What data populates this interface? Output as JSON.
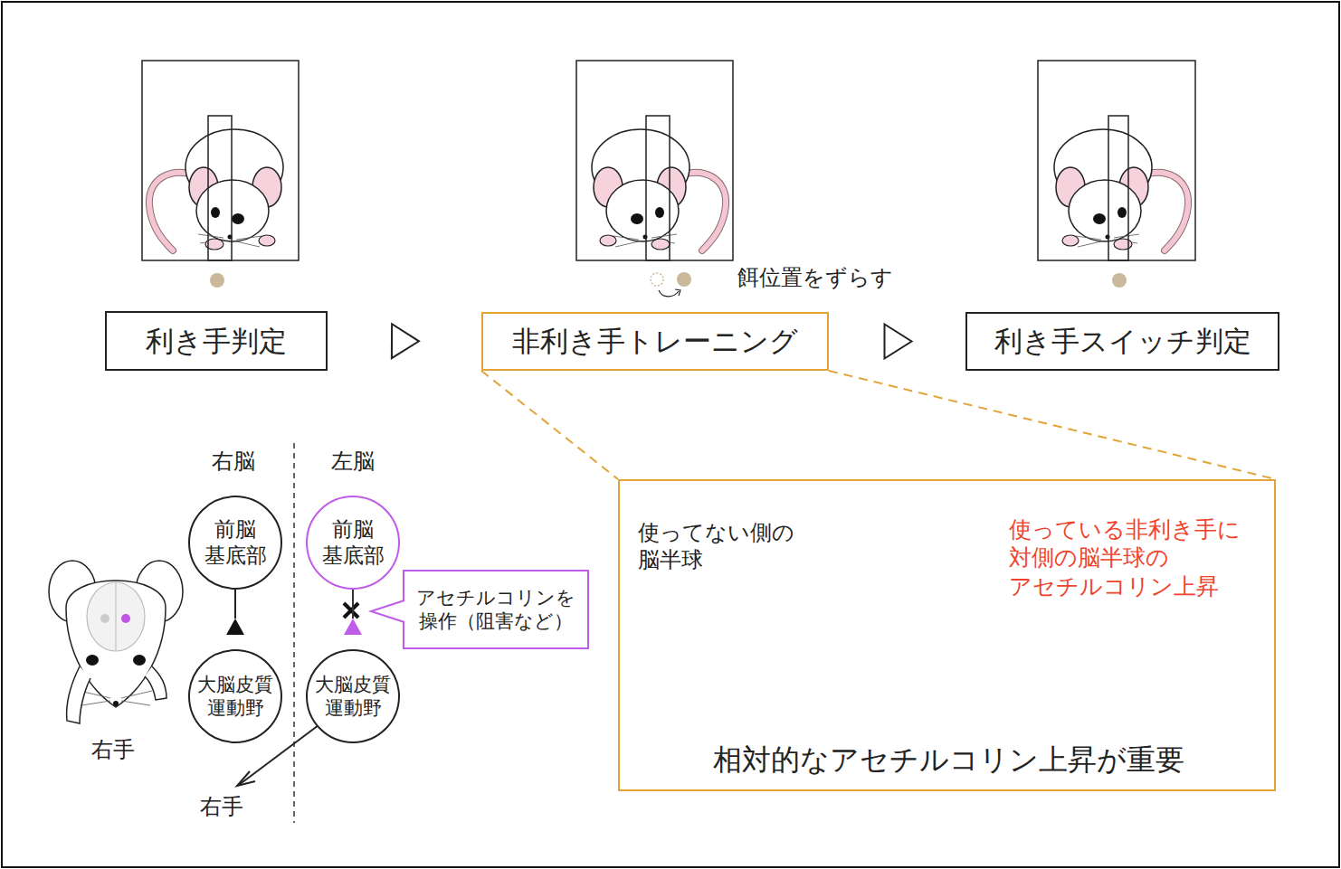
{
  "diagram": {
    "nodes": [
      {
        "text": [
          "利き手判定"
        ]
      },
      {
        "text": [
          "非利き手トレーニング"
        ]
      },
      {
        "text": [
          "利き手スイッチ判定"
        ]
      },
      {
        "text": [
          "前脳 基底部"
        ]
      },
      {
        "text": [
          "前脳 基底部"
        ]
      },
      {
        "text": [
          "アセチルコリンを 操作（阻害など）"
        ]
      },
      {
        "text": [
          "大脳皮質 運動野"
        ]
      },
      {
        "text": [
          "大脳皮質 運動野"
        ]
      },
      {
        "text": [
          "使ってない側の 脳半球",
          "使っている非利き手に 対側の脳半球の アセチルコリン上昇",
          "相対的なアセチルコリン上昇が重要"
        ]
      }
    ],
    "edges": [
      {
        "from": 0,
        "to": 1,
        "arrow": "to"
      },
      {
        "from": 1,
        "to": 2,
        "arrow": "to"
      },
      {
        "from": 1,
        "to": 8,
        "arrow": "none"
      },
      {
        "from": 1,
        "to": 8,
        "arrow": "none"
      },
      {
        "from": 3,
        "to": 6,
        "arrow": "to"
      },
      {
        "from": 4,
        "to": 7,
        "arrow": "to"
      }
    ],
    "labels": [
      "餌位置をずらす",
      "右脳",
      "左脳",
      "右手",
      "右手"
    ]
  }
}
